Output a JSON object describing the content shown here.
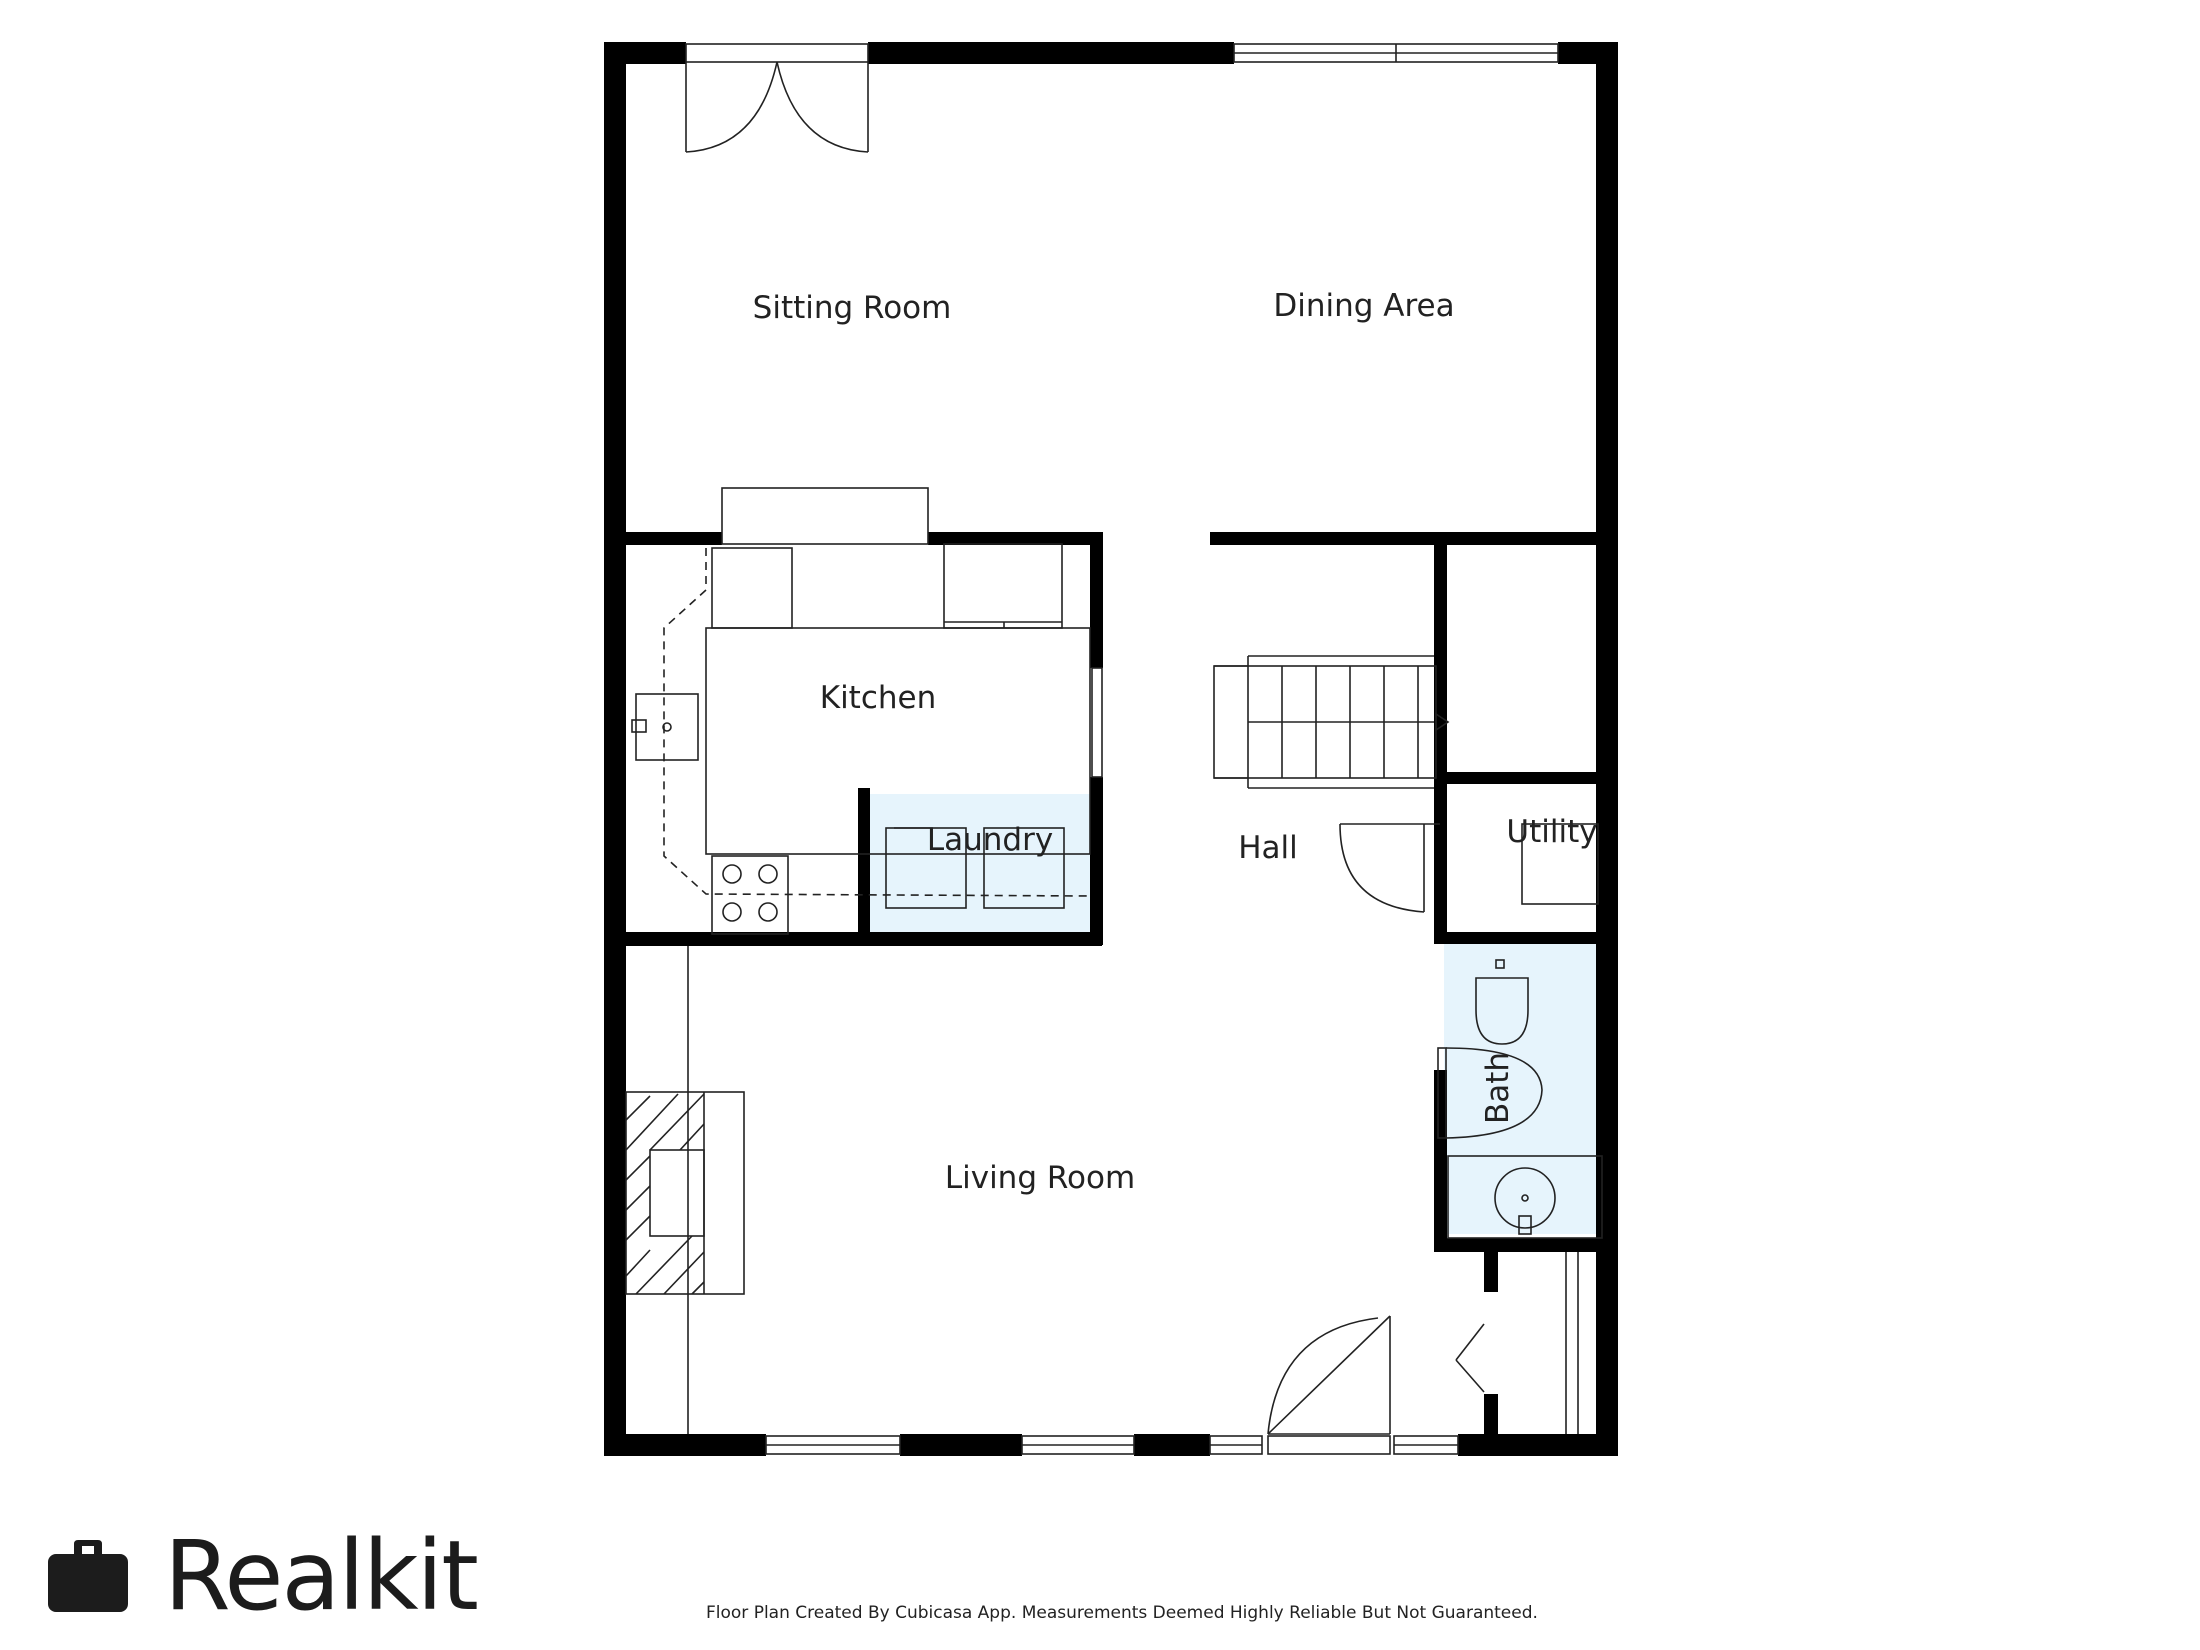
{
  "rooms": {
    "sitting_room": "Sitting Room",
    "dining_area": "Dining Area",
    "kitchen": "Kitchen",
    "laundry": "Laundry",
    "hall": "Hall",
    "utility": "Utility",
    "bath": "Bath",
    "living_room": "Living Room"
  },
  "brand": {
    "name": "Realkit",
    "icon": "briefcase-icon"
  },
  "disclaimer": "Floor Plan Created By Cubicasa App. Measurements Deemed Highly Reliable But Not Guaranteed.",
  "colors": {
    "wall": "#000000",
    "wet_room_fill": "#e6f4fc"
  }
}
